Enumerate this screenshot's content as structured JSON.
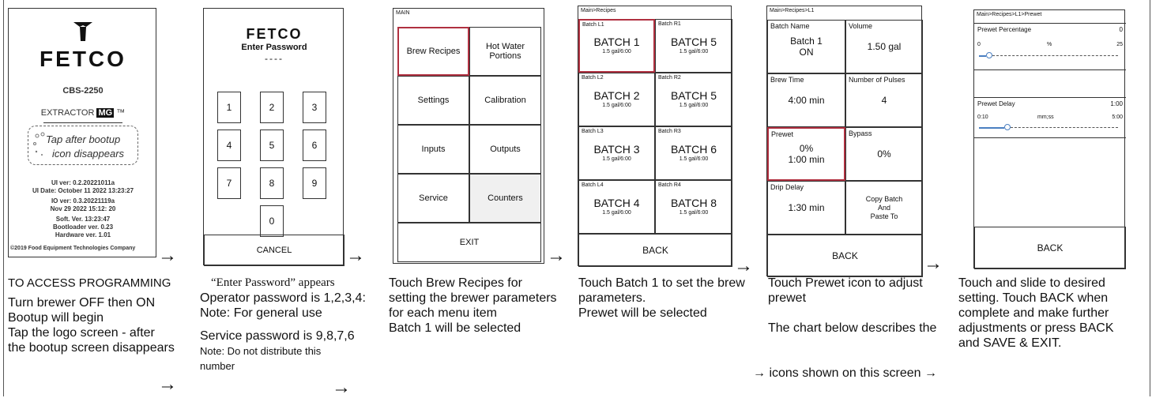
{
  "arrow": "→",
  "panel1": {
    "logo": "FETCO",
    "model": "CBS-2250",
    "product": "EXTRACTOR",
    "product_badge": "MG",
    "tm": "™",
    "tap_hint_line1": "Tap after bootup",
    "tap_hint_line2": "icon disappears",
    "ui_ver": "UI ver: 0.2.20221011a",
    "ui_date": "UI Date: October 11 2022 13:23:27",
    "io_ver": "IO ver: 0.3.20221119a",
    "io_date": "Nov 29 2022 15:12: 20",
    "soft_ver": "Soft. Ver. 13:23:47",
    "bootloader": "Bootloader ver. 0.23",
    "hardware": "Hardware ver. 1.01",
    "copyright": "©2019 Food Equipment Technologies Company"
  },
  "panel2": {
    "logo": "FETCO",
    "title": "Enter Password",
    "placeholder": "----",
    "keys": [
      "1",
      "2",
      "3",
      "4",
      "5",
      "6",
      "7",
      "8",
      "9",
      "0"
    ],
    "cancel": "CANCEL"
  },
  "panel3": {
    "crumb": "MAIN",
    "items": [
      "Brew Recipes",
      "Hot Water Portions",
      "Settings",
      "Calibration",
      "Inputs",
      "Outputs",
      "Service",
      "Counters"
    ],
    "exit": "EXIT"
  },
  "panel4": {
    "crumb": "Main>Recipes",
    "batches": [
      {
        "label": "Batch L1",
        "name": "BATCH 1",
        "sub": "1.5 gal/6:00"
      },
      {
        "label": "Batch R1",
        "name": "BATCH 5",
        "sub": "1.5 gal/6:00"
      },
      {
        "label": "Batch L2",
        "name": "BATCH 2",
        "sub": "1.5 gal/6:00"
      },
      {
        "label": "Batch R2",
        "name": "BATCH 5",
        "sub": "1.5 gal/6:00"
      },
      {
        "label": "Batch L3",
        "name": "BATCH 3",
        "sub": "1.5 gal/6:00"
      },
      {
        "label": "Batch R3",
        "name": "BATCH 6",
        "sub": "1.5 gal/6:00"
      },
      {
        "label": "Batch L4",
        "name": "BATCH 4",
        "sub": "1.5 gal/6:00"
      },
      {
        "label": "Batch R4",
        "name": "BATCH 8",
        "sub": "1.5 gal/6:00"
      }
    ],
    "back": "BACK"
  },
  "panel5": {
    "crumb": "Main>Recipes>L1",
    "batch_name_label": "Batch Name",
    "batch_name_value1": "Batch 1",
    "batch_name_value2": "ON",
    "volume_label": "Volume",
    "volume_value": "1.50 gal",
    "brew_time_label": "Brew Time",
    "brew_time_value": "4:00 min",
    "pulses_label": "Number of Pulses",
    "pulses_value": "4",
    "prewet_label": "Prewet",
    "prewet_value1": "0%",
    "prewet_value2": "1:00 min",
    "bypass_label": "Bypass",
    "bypass_value": "0%",
    "drip_label": "Drip Delay",
    "drip_value": "1:30 min",
    "copy1": "Copy Batch",
    "copy2": "And",
    "copy3": "Paste To",
    "back": "BACK"
  },
  "panel6": {
    "crumb": "Main>Recipes>L1>Prewet",
    "pct_label": "Prewet Percentage",
    "pct_value": "0",
    "pct_min": "0",
    "pct_unit": "%",
    "pct_max": "25",
    "pct_level": 0.05,
    "delay_label": "Prewet Delay",
    "delay_value": "1:00",
    "delay_min": "0:10",
    "delay_unit": "mm;ss",
    "delay_max": "5:00",
    "delay_level": 0.18,
    "back": "BACK"
  },
  "captions": {
    "c1": [
      "TO ACCESS PROGRAMMING",
      "Turn brewer OFF then ON",
      "Bootup will begin",
      "Tap the logo screen - after",
      "the bootup screen disappears"
    ],
    "c2": [
      "“Enter Password” appears",
      "Operator password is 1,2,3,4:",
      "Note: For general use",
      "Service password is 9,8,7,6",
      "Note: Do not distribute this",
      "number"
    ],
    "c3": [
      "Touch Brew Recipes for",
      "setting the brewer parameters",
      "for each menu item",
      "Batch 1 will be selected"
    ],
    "c4": [
      "Touch Batch 1 to set the brew",
      "parameters.",
      "Prewet will be selected"
    ],
    "c5": [
      "Touch Prewet icon to adjust",
      "prewet",
      "The chart below describes the",
      "icons shown on this screen"
    ],
    "c6": [
      "Touch and slide to desired",
      "setting. Touch BACK when",
      "complete and make further",
      "adjustments or press BACK",
      "and SAVE & EXIT."
    ]
  }
}
